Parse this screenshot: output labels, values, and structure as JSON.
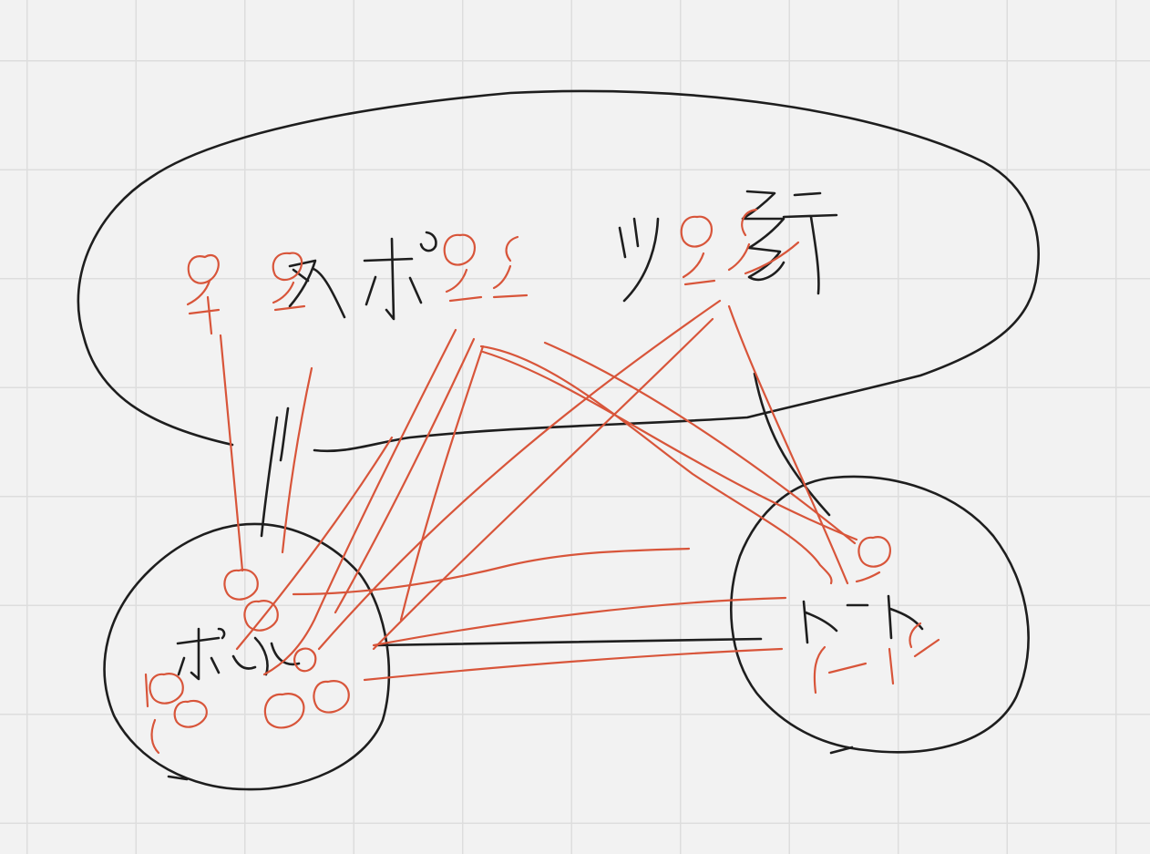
{
  "board": {
    "background_color": "#f2f2f2",
    "grid_color": "#dddddd"
  },
  "ink": {
    "black": "#1e1e1e",
    "red": "#d8553a"
  },
  "nodes": {
    "top_group": {
      "marks": [
        "ﾐ",
        "ﾐ",
        "ｽ",
        "ﾎﾟ",
        "ﾐﾐ",
        "ﾂ",
        "ﾐﾐ",
        "ﾃ"
      ]
    },
    "left_group": {
      "marks": [
        "ﾎﾟ",
        "ﾝ",
        "o",
        "oo",
        "oo"
      ]
    },
    "right_group": {
      "marks": [
        "ト",
        "ー",
        "ト"
      ]
    }
  }
}
